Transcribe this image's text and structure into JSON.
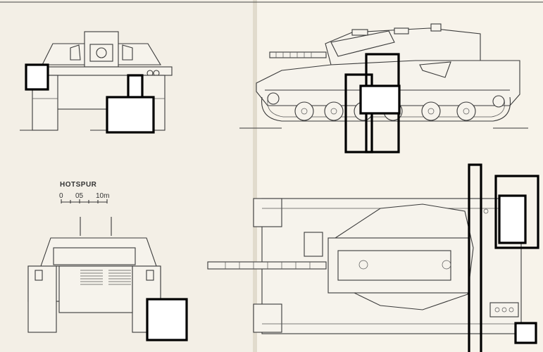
{
  "title": "HOTSPUR",
  "scale_bar": {
    "ticks": [
      "0",
      "05",
      "10m"
    ]
  },
  "views": [
    "front-view",
    "side-view",
    "rear-view",
    "top-view"
  ]
}
